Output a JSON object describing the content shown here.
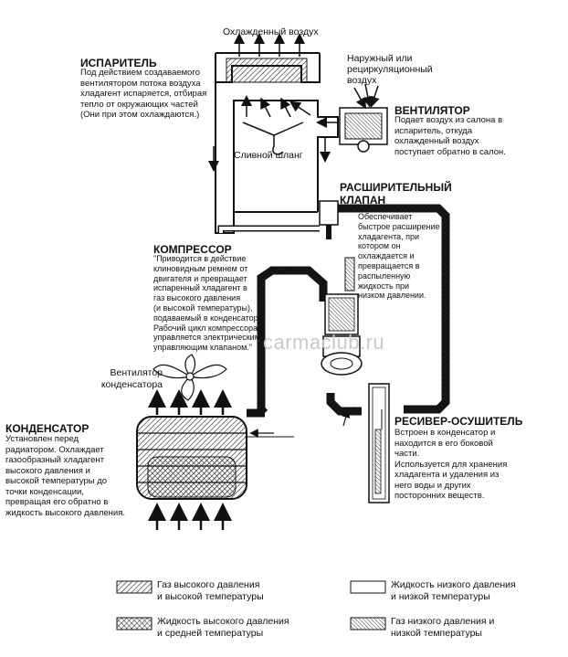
{
  "labels": {
    "cooled_air": "Охлажденный воздух",
    "outside_air": "Наружный или\nрециркуляционный\nвоздух",
    "drain_hose": "Сливной шланг",
    "condenser_fan": "Вентилятор\nконденсатора"
  },
  "evaporator": {
    "title": "ИСПАРИТЕЛЬ",
    "text": "Под действием создаваемого\nвентилятором потока воздуха\nхладагент испаряется, отбирая\nтепло от окружающих частей\n(Они при этом охлаждаются.)"
  },
  "fan": {
    "title": "ВЕНТИЛЯТОР",
    "text": "Подает воздух из салона в\nиспаритель, откуда\nохлажденный воздух\nпоступает обратно в салон."
  },
  "expansion_valve": {
    "title": "РАСШИРИТЕЛЬНЫЙ\nКЛАПАН",
    "text": "Обеспечивает\nбыстрое расширение\nхладагента, при\nкотором он\nохлаждается и\nпревращается в\nраспыленную\nжидкость при\nнизком давлении."
  },
  "compressor": {
    "title": "КОМПРЕССОР",
    "text": "\"Приводится в действие\nклиновидным ремнем от\nдвигателя и превращает\nиспаренный хладагент в\nгаз высокого давления\n(и высокой температуры),\nподаваемый в конденсатор.\nРабочий цикл компрессора\nуправляется электрическим\nуправляющим клапаном.\""
  },
  "condenser": {
    "title": "КОНДЕНСАТОР",
    "text": "Установлен перед\nрадиатором. Охлаждает\nгазообразный хладагент\nвысокого давления и\nвысокой температуры до\nточки конденсации,\nпревращая его обратно в\nжидкость высокого давления."
  },
  "receiver": {
    "title": "РЕСИВЕР-ОСУШИТЕЛЬ",
    "text": "Встроен в конденсатор и\nнаходится в его боковой\nчасти.\nИспользуется для хранения\nхладагента и удаления из\nнего воды и других\nпосторонних веществ."
  },
  "watermark": "carmaclub.ru",
  "legend": [
    {
      "pattern": "single-hatch",
      "label": "Газ высокого давления\nи высокой температуры"
    },
    {
      "pattern": "empty",
      "label": "Жидкость низкого давления\nи низкой температуры"
    },
    {
      "pattern": "cross-hatch",
      "label": "Жидкость высокого давления\nи средней температуры"
    },
    {
      "pattern": "dense-hatch",
      "label": "Газ низкого давления и\nнизкой температуры"
    }
  ]
}
